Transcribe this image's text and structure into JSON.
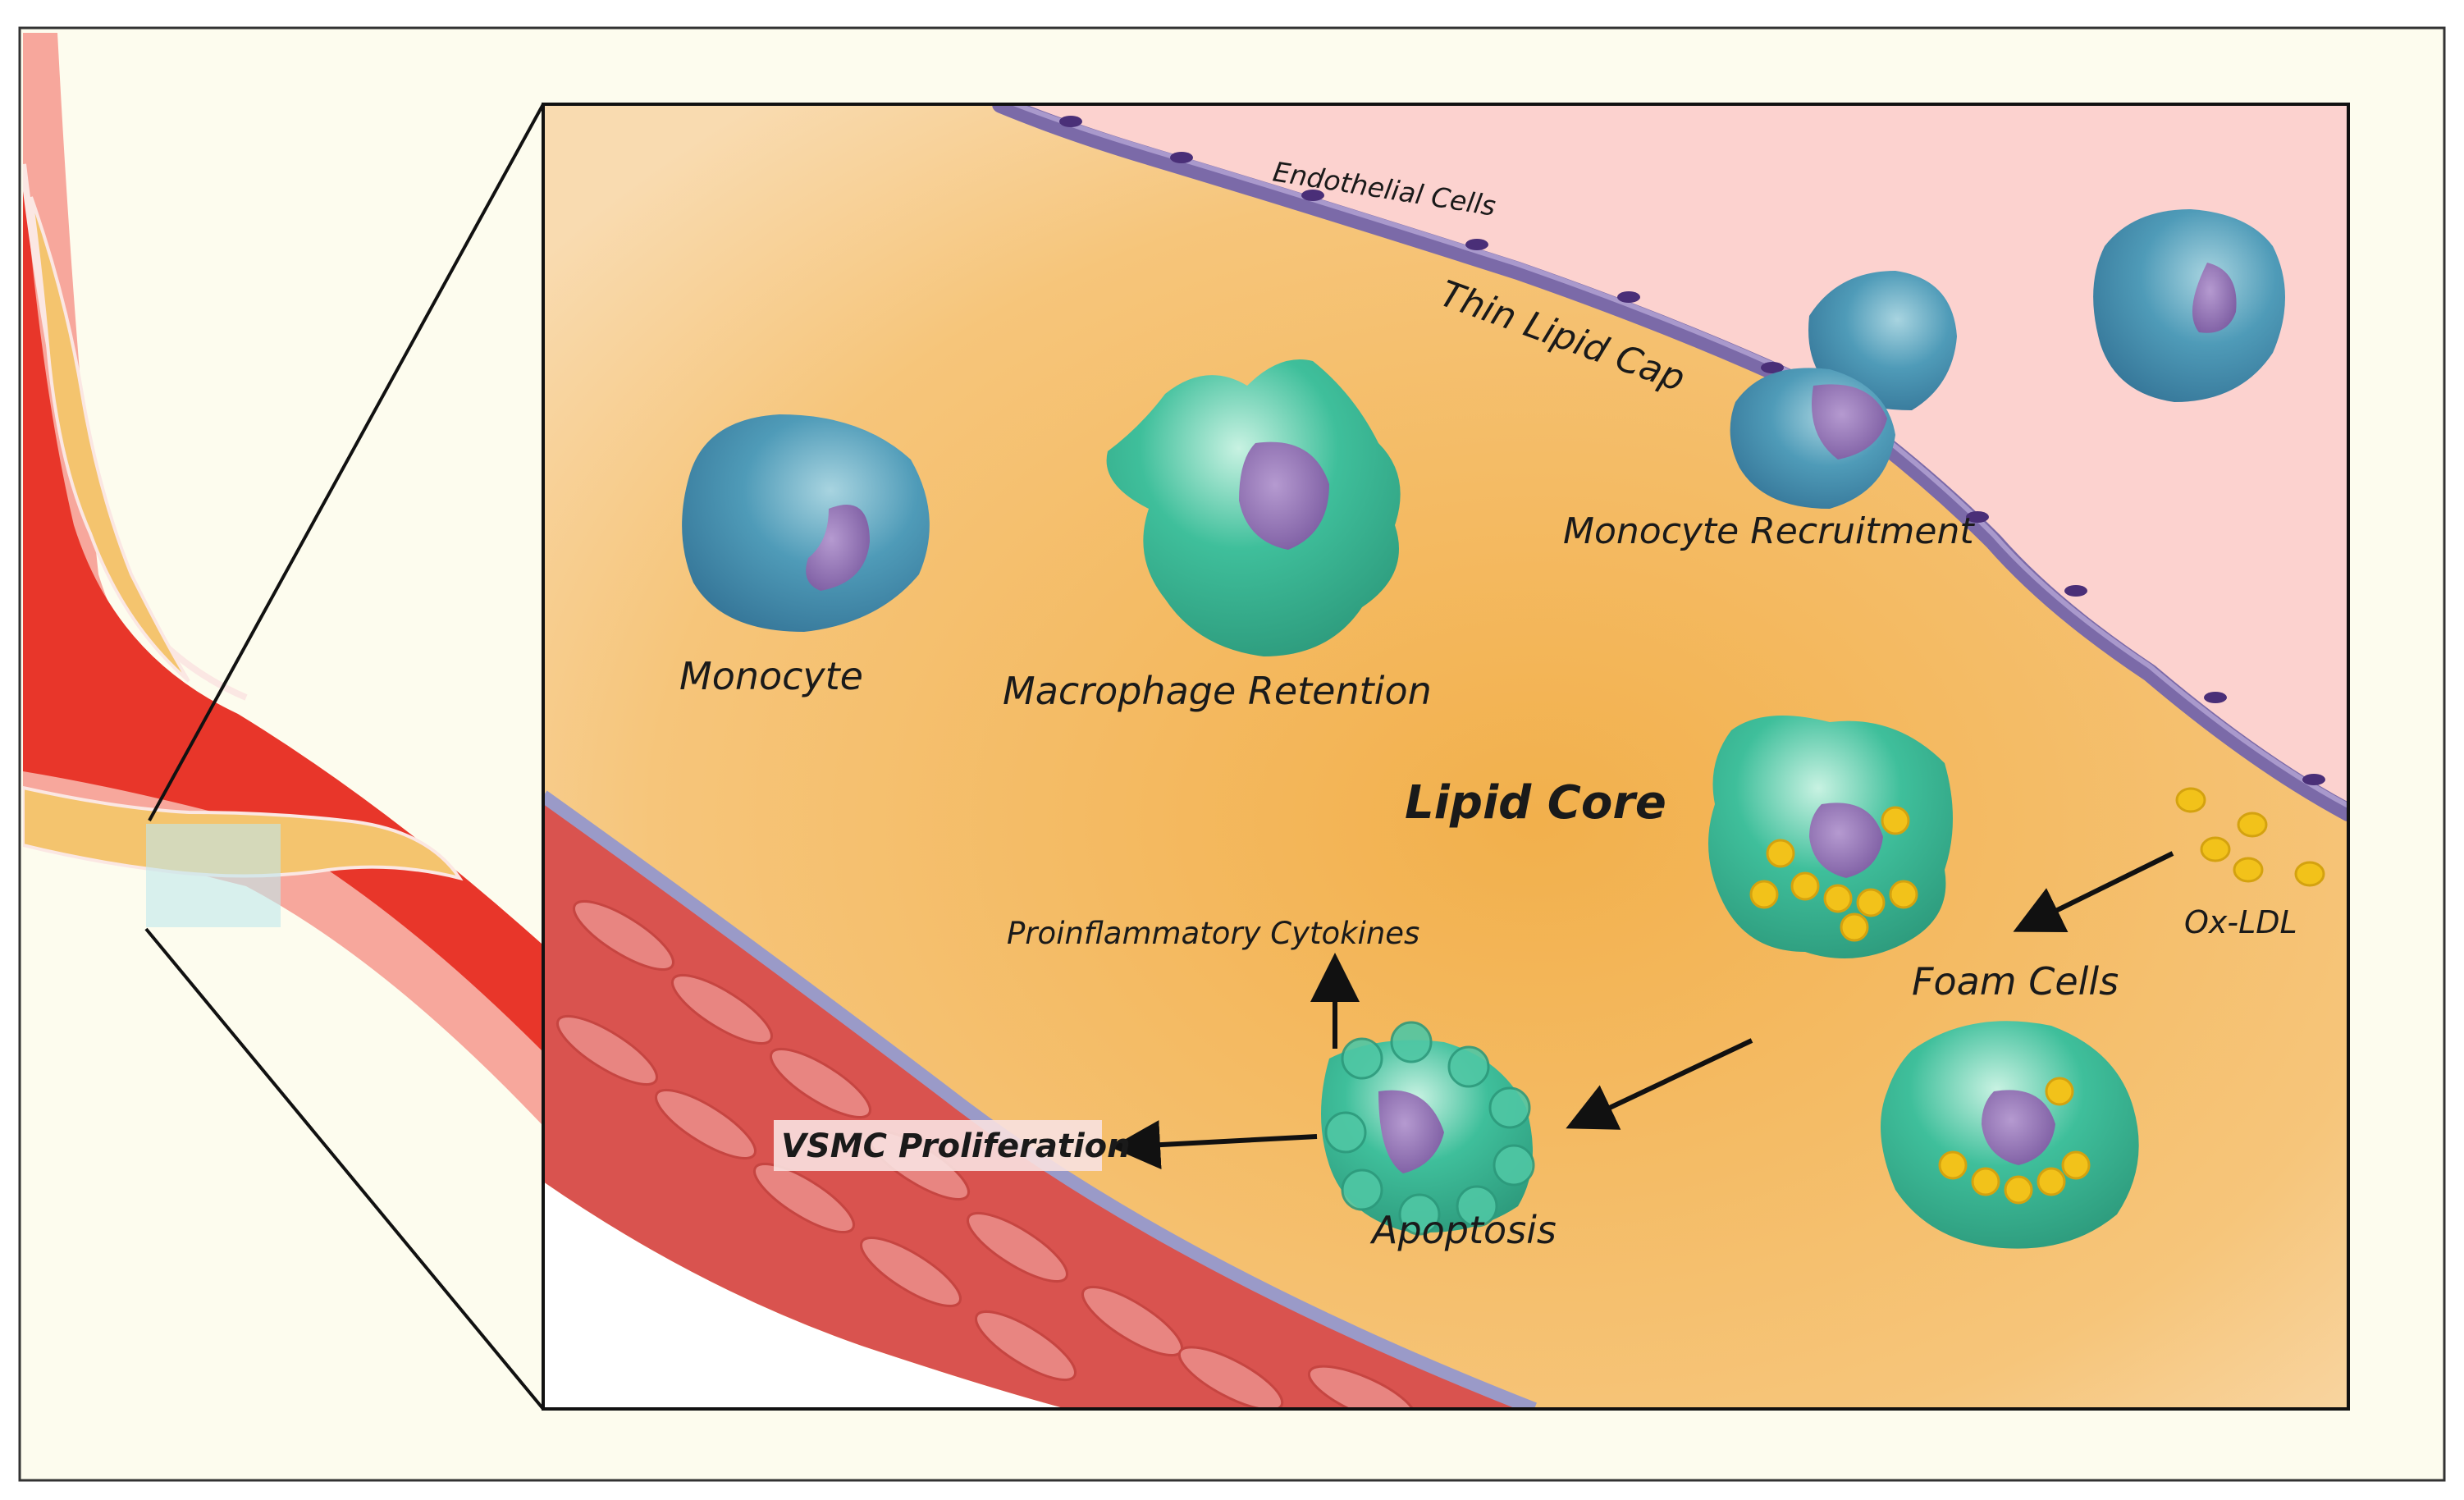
{
  "colors": {
    "background": "#fdfcee",
    "lumen": "#fcd2cf",
    "plaque": "#f4c46e",
    "vessel_red": "#e8362a",
    "vessel_wall": "#f47d72",
    "smooth_muscle": "#d9534f",
    "monocyte": "#4f9bb8",
    "macrophage": "#3fbf9b",
    "nucleus": "#8a6cae",
    "endothelial": "#7b6aa8",
    "lipid": "#f2c21a"
  },
  "labels": {
    "endothelial_cells": "Endothelial Cells",
    "thin_lipid_cap": "Thin Lipid Cap",
    "monocyte_recruitment": "Monocyte Recruitment",
    "monocyte": "Monocyte",
    "macrophage_retention": "Macrophage Retention",
    "lipid_core": "Lipid Core",
    "ox_ldl": "Ox-LDL",
    "foam_cells": "Foam Cells",
    "proinflammatory_cytokines": "Proinflammatory Cytokines",
    "vsmc_proliferation": "VSMC Proliferation",
    "apoptosis": "Apoptosis"
  }
}
